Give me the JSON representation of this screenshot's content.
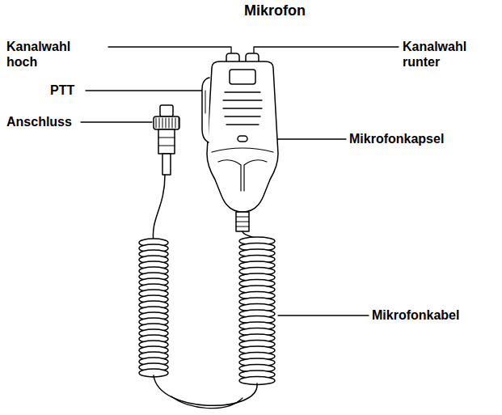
{
  "diagram": {
    "title": "Mikrofon",
    "labels": [
      "Kanalwahl hoch",
      "Kanalwahl runter",
      "PTT",
      "Anschluss",
      "Mikrofonkapsel",
      "Mikrofonkabel"
    ]
  }
}
